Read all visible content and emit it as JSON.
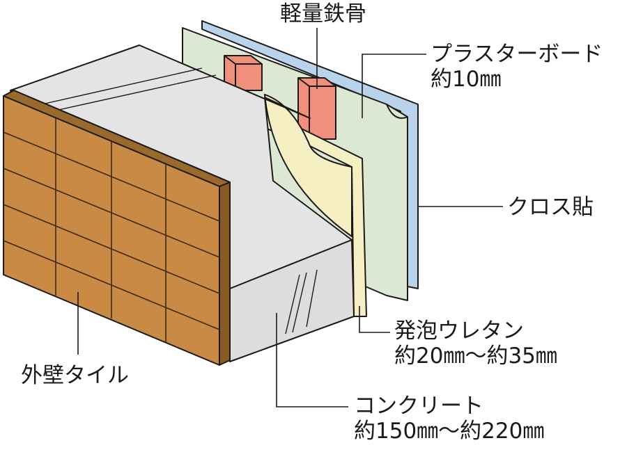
{
  "labels": {
    "steel": "軽量鉄骨",
    "plaster": {
      "name": "プラスターボード",
      "size": "約10㎜"
    },
    "cloth": "クロス貼",
    "urethane": {
      "name": "発泡ウレタン",
      "size": "約20㎜～約35㎜"
    },
    "concrete": {
      "name": "コンクリート",
      "size": "約150㎜～約220㎜"
    },
    "tile": "外壁タイル"
  },
  "colors": {
    "tile": "#c98a45",
    "tile_dark": "#8a5a22",
    "concrete": "#dcdddc",
    "concrete_top": "#e4e4e4",
    "urethane": "#f6efc4",
    "plaster": "#dde8d2",
    "cloth": "#b9d3ea",
    "steel": "#ef8f7c",
    "outline": "#1a1a1a"
  }
}
